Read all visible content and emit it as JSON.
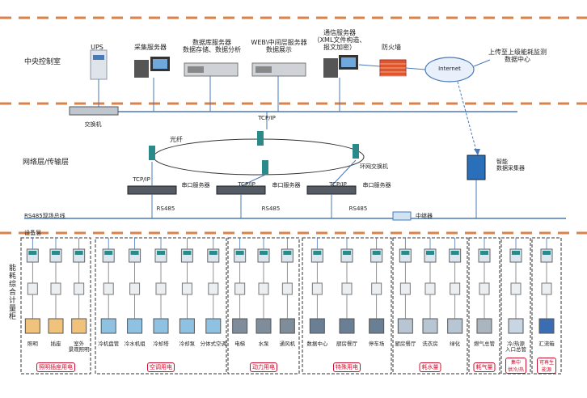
{
  "layers": {
    "central": "中央控制室",
    "network": "网络层/传输层",
    "device": "设备层",
    "rs485_bus": "RS485现场总线"
  },
  "central": {
    "ups": "UPS",
    "collector_server": "采集服务器",
    "db_server": "数据库服务器\n数据存储、数据分析",
    "web_server": "WEB\\中间层服务器\n数据展示",
    "comm_server": "通信服务器\n（XML文件构造、\n报文加密）",
    "firewall": "防火墙",
    "internet": "Internet",
    "upload": "上传至上级能耗监测\n数据中心",
    "switch": "交换机"
  },
  "network": {
    "tcpip_top": "TCP/IP",
    "fiber": "光纤",
    "ring_switch": "环网交换机",
    "tcpip_left": "TCP/IP",
    "tcpip_mid": "TCP/IP",
    "tcpip_right": "TCP/IP",
    "serial_server": "串口服务器",
    "rs485": "RS485",
    "smart_collector": "智能\n数据采集器",
    "repeater": "中继器"
  },
  "cabinet_label": "能耗综合计量柜",
  "groups": [
    {
      "title": "照明插座用电",
      "items": [
        "照明",
        "插座",
        "室外\n景观照明"
      ]
    },
    {
      "title": "空调用电",
      "items": [
        "冷机盘管",
        "冷水机组",
        "冷却塔",
        "冷却泵",
        "分体式空调"
      ]
    },
    {
      "title": "动力用电",
      "items": [
        "电梯",
        "水泵",
        "通风机"
      ]
    },
    {
      "title": "特殊用电",
      "items": [
        "数据中心",
        "厨房餐厅",
        "停车场"
      ]
    },
    {
      "title": "耗水量",
      "items": [
        "厨房餐厅",
        "洗衣房",
        "绿化"
      ]
    },
    {
      "title": "耗气量",
      "items": [
        "燃气总管"
      ]
    },
    {
      "title": "集中\n供冷/热",
      "items": [
        "冷/热源\n入口总管"
      ]
    },
    {
      "title": "可再生\n能源",
      "items": [
        "汇流箱"
      ]
    }
  ],
  "colors": {
    "accent_red": "#c8102e",
    "divider_orange": "#d9834a",
    "bus_blue": "#4a78b8",
    "device_teal": "#2a8a8a"
  }
}
